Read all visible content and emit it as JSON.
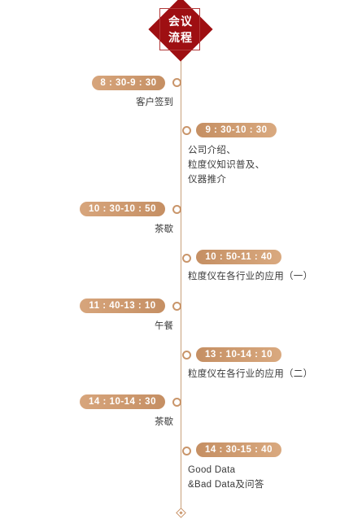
{
  "header": {
    "title": "会议\n流程"
  },
  "colors": {
    "header_red": "#9e0f12",
    "accent_tan": "#c9956a"
  },
  "agenda": [
    {
      "time": "8 : 30-9 : 30",
      "description": "客户签到"
    },
    {
      "time": "9 : 30-10 : 30",
      "description": "公司介绍、\n粒度仪知识普及、\n仪器推介"
    },
    {
      "time": "10 : 30-10 : 50",
      "description": "茶歇"
    },
    {
      "time": "10 : 50-11 : 40",
      "description": "粒度仪在各行业的应用（一）"
    },
    {
      "time": "11 : 40-13 : 10",
      "description": "午餐"
    },
    {
      "time": "13 : 10-14 : 10",
      "description": "粒度仪在各行业的应用（二）"
    },
    {
      "time": "14 : 10-14 : 30",
      "description": "茶歇"
    },
    {
      "time": "14 : 30-15 : 40",
      "description": "Good Data\n&Bad Data及问答"
    }
  ]
}
